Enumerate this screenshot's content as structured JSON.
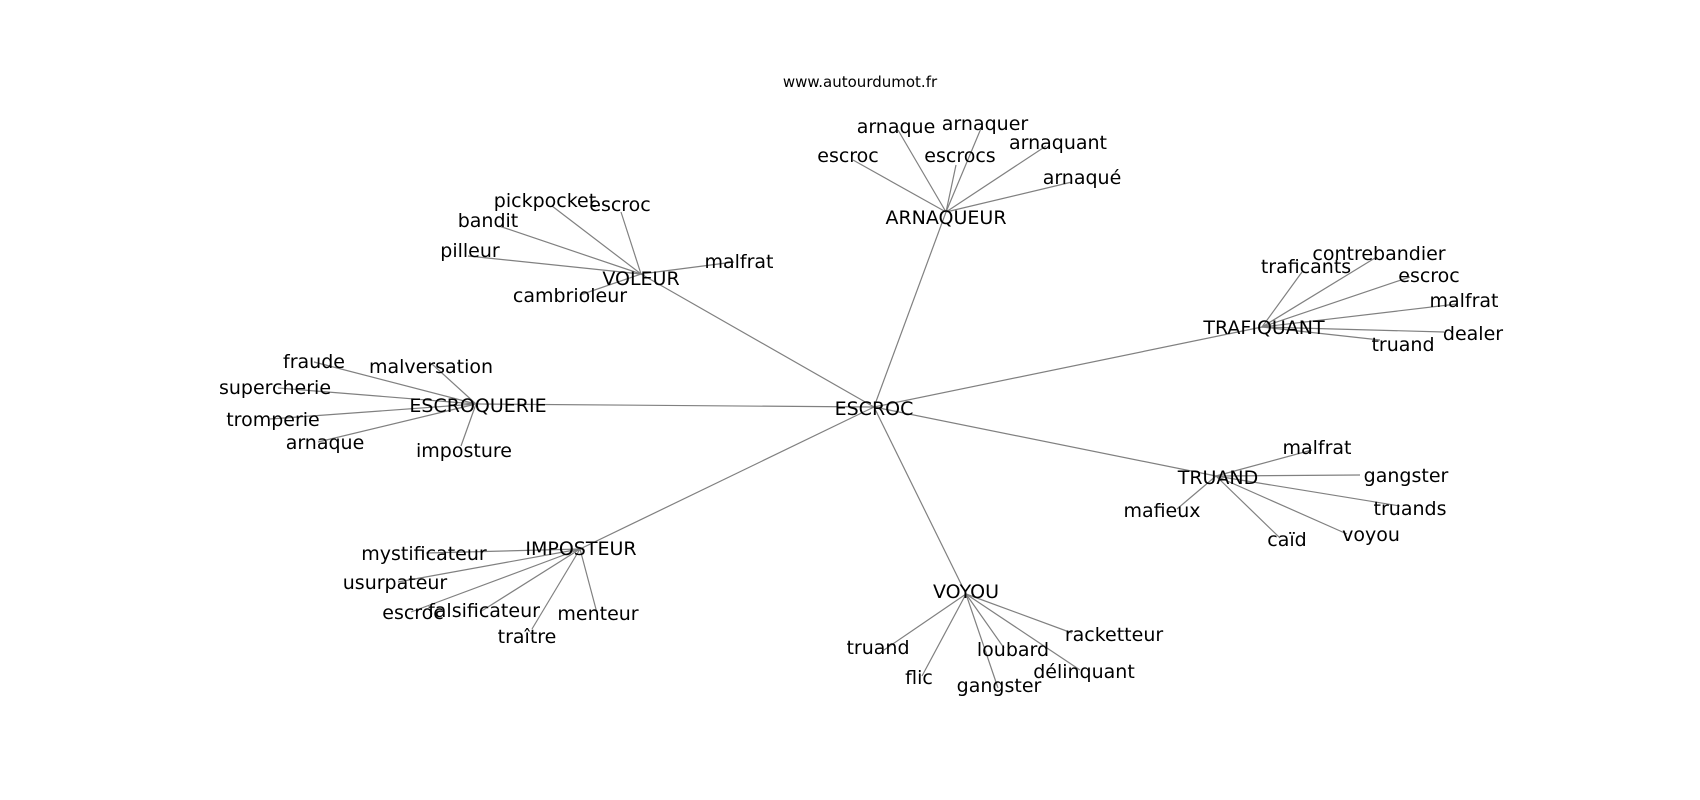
{
  "source": "www.autourdumot.fr",
  "colors": {
    "edge": "#808080",
    "text": "#000000",
    "background": "#ffffff"
  },
  "graph": {
    "root": "ESCROC",
    "hubs": [
      {
        "label": "ARNAQUEUR",
        "leaves": [
          "arnaque",
          "arnaquer",
          "escroc",
          "escrocs",
          "arnaquant",
          "arnaqué"
        ]
      },
      {
        "label": "VOLEUR",
        "leaves": [
          "pickpocket",
          "escroc",
          "bandit",
          "pilleur",
          "malfrat",
          "cambrioleur"
        ]
      },
      {
        "label": "TRAFIQUANT",
        "leaves": [
          "traficants",
          "contrebandier",
          "escroc",
          "malfrat",
          "dealer",
          "truand"
        ]
      },
      {
        "label": "ESCROQUERIE",
        "leaves": [
          "fraude",
          "malversation",
          "supercherie",
          "tromperie",
          "arnaque",
          "imposture"
        ]
      },
      {
        "label": "TRUAND",
        "leaves": [
          "malfrat",
          "gangster",
          "truands",
          "voyou",
          "caïd",
          "mafieux"
        ]
      },
      {
        "label": "IMPOSTEUR",
        "leaves": [
          "mystificateur",
          "usurpateur",
          "escroc",
          "falsificateur",
          "traître",
          "menteur"
        ]
      },
      {
        "label": "VOYOU",
        "leaves": [
          "racketteur",
          "truand",
          "loubard",
          "délinquant",
          "flic",
          "gangster"
        ]
      }
    ]
  }
}
